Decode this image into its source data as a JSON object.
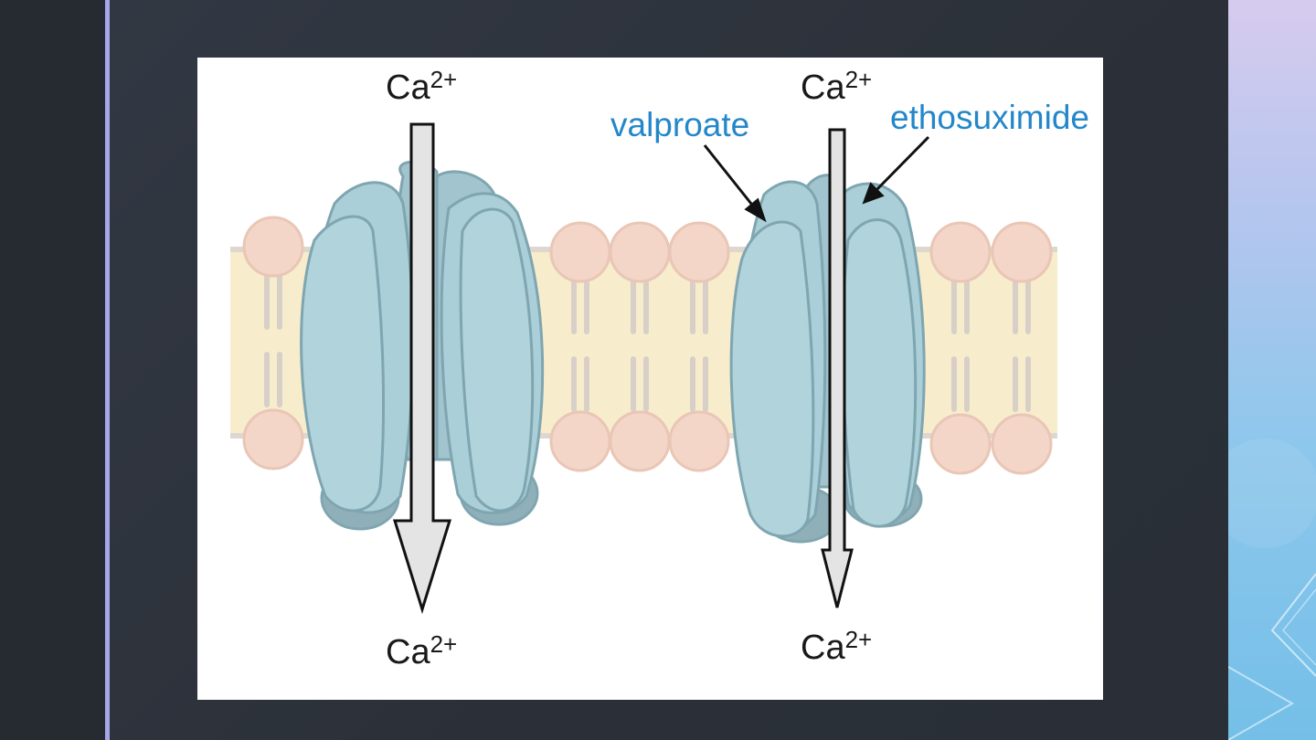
{
  "figure": {
    "ion_labels": {
      "left_top": {
        "base": "Ca",
        "sup": "2+"
      },
      "left_bottom": {
        "base": "Ca",
        "sup": "2+"
      },
      "right_top": {
        "base": "Ca",
        "sup": "2+"
      },
      "right_bottom": {
        "base": "Ca",
        "sup": "2+"
      }
    },
    "drug_labels": {
      "valproate": "valproate",
      "ethosuximide": "ethosuximide"
    }
  },
  "colors": {
    "slide_bg": "#2c323b",
    "accent": "#a6a6e8",
    "protein": "#a9ccd5",
    "protein_dark": "#8fb0b9",
    "membrane": "#f7eccb",
    "lipid_head": "#f4d6c8",
    "drug_label": "#2387c9"
  }
}
